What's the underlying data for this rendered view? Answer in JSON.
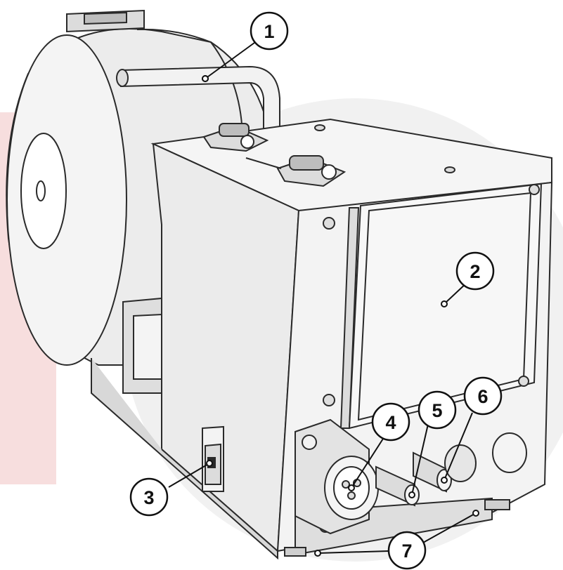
{
  "colors": {
    "background": "#ffffff",
    "outline": "#2a2a2a",
    "housing_light": "#ededed",
    "housing_mid": "#dcdcdc",
    "housing_dark": "#bdbdbd",
    "watermark_red": "#f3d9d9",
    "watermark_grey": "#ececec"
  },
  "callouts": [
    {
      "num": "1",
      "target": "carry-handle"
    },
    {
      "num": "2",
      "target": "side-panel"
    },
    {
      "num": "3",
      "target": "power-switch"
    },
    {
      "num": "4",
      "target": "torch-connector"
    },
    {
      "num": "5",
      "target": "gas-connector"
    },
    {
      "num": "6",
      "target": "water-connector"
    },
    {
      "num": "7",
      "target": "feet"
    }
  ]
}
